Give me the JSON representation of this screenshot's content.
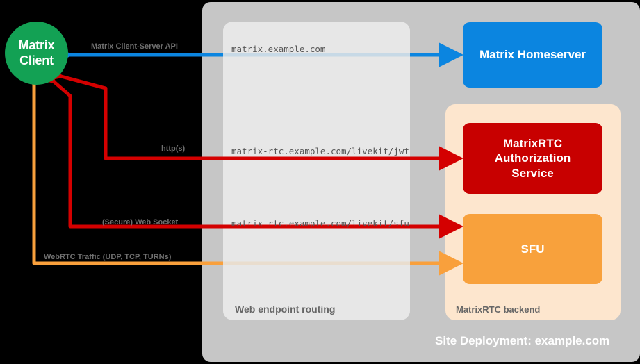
{
  "diagram": {
    "title": "Site Deployment: example.com",
    "colors": {
      "client": "#13a154",
      "homeserver": "#0b85e0",
      "authorization_service": "#c80000",
      "sfu": "#f8a13c",
      "site_container": "#c6c6c6",
      "routing_container": "#e6e6e6",
      "backend_container": "#fde6ce",
      "matrix_csapi_arrow": "#0b85e0",
      "http_arrow": "#d40000",
      "websocket_arrow": "#d40000",
      "webrtc_arrow": "#f9a03c",
      "background": "#000000"
    }
  },
  "nodes": {
    "client": {
      "line1": "Matrix",
      "line2": "Client"
    },
    "homeserver": {
      "label": "Matrix Homeserver"
    },
    "authorization_service": {
      "line1": "MatrixRTC",
      "line2": "Authorization",
      "line3": "Service"
    },
    "sfu": {
      "label": "SFU"
    }
  },
  "containers": {
    "routing": {
      "caption": "Web endpoint routing"
    },
    "backend": {
      "caption": "MatrixRTC backend"
    },
    "site": {
      "caption": "Site Deployment: example.com"
    }
  },
  "endpoints": [
    {
      "id": "matrix",
      "path": "matrix.example.com"
    },
    {
      "id": "jwt",
      "path": "matrix-rtc.example.com/livekit/jwt"
    },
    {
      "id": "sfu",
      "path": "matrix-rtc.example.com/livekit/sfu"
    }
  ],
  "flows": [
    {
      "id": "csapi",
      "label": "Matrix Client-Server API",
      "color": "#0b85e0",
      "direction": "bidirectional"
    },
    {
      "id": "https",
      "label": "http(s)",
      "color": "#d40000",
      "direction": "bidirectional"
    },
    {
      "id": "ws",
      "label": "(Secure) Web Socket",
      "color": "#d40000",
      "direction": "bidirectional"
    },
    {
      "id": "webrtc",
      "label": "WebRTC Traffic (UDP, TCP, TURNs)",
      "color": "#f9a03c",
      "direction": "bidirectional"
    }
  ]
}
